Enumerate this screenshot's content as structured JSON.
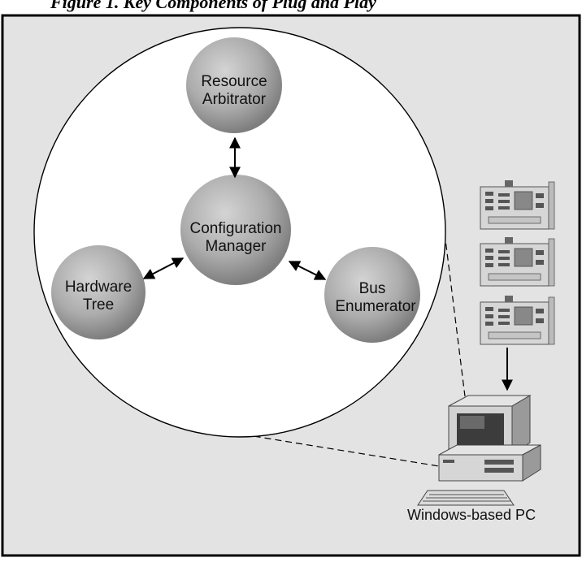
{
  "header": {
    "caption": "Figure 1. Key Components of Plug and Play"
  },
  "diagram": {
    "nodes": [
      {
        "id": "resource-arbitrator",
        "lines": [
          "Resource",
          "Arbitrator"
        ]
      },
      {
        "id": "configuration-manager",
        "lines": [
          "Configuration",
          "Manager"
        ]
      },
      {
        "id": "hardware-tree",
        "lines": [
          "Hardware",
          "Tree"
        ]
      },
      {
        "id": "bus-enumerator",
        "lines": [
          "Bus",
          "Enumerator"
        ]
      }
    ],
    "pc_label": "Windows-based PC",
    "colors": {
      "panel_background": "#e3e3e3",
      "panel_border": "#000000",
      "node_fill": "#a9a9a9",
      "card_fill": "#d9d9d9"
    },
    "icons": [
      "expansion-card-icon",
      "computer-icon",
      "arrow-down-icon",
      "double-arrow-icon"
    ]
  }
}
